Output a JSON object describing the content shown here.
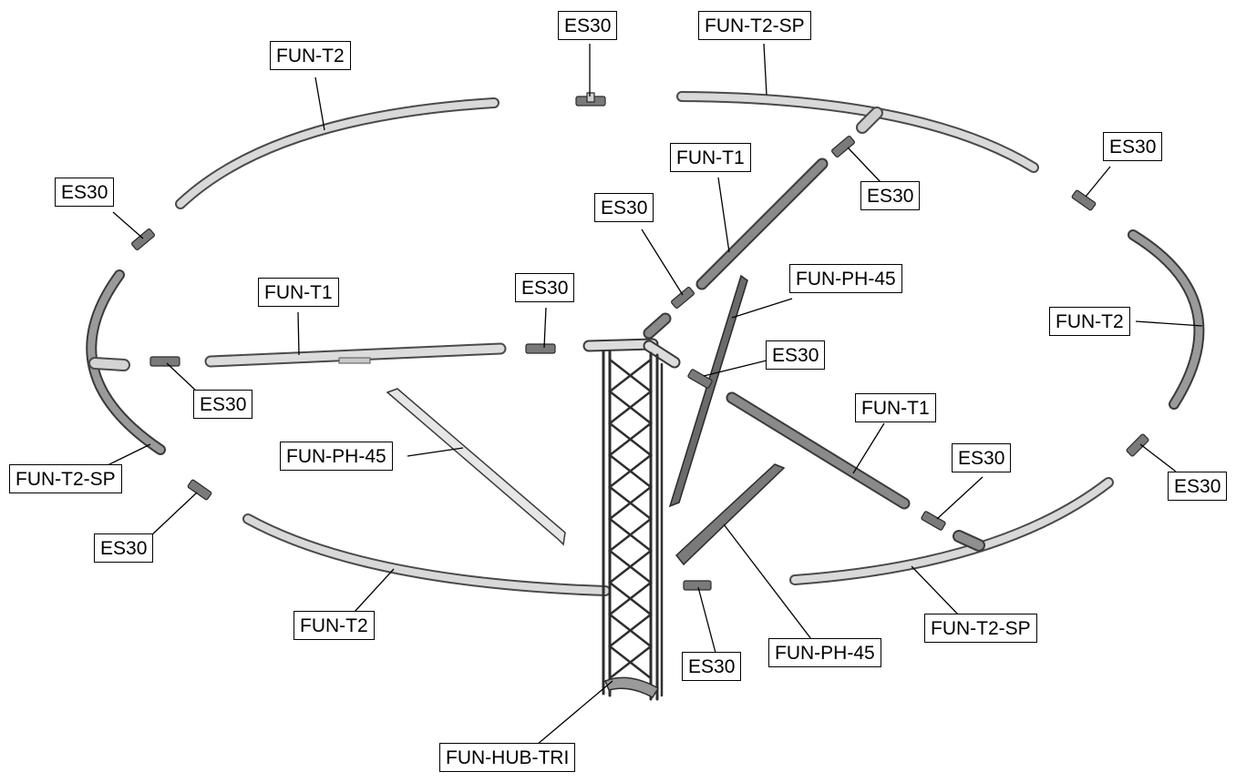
{
  "colors": {
    "pipe_fill": "#d6d6d6",
    "pipe_dark": "#8a8a8a",
    "outline": "#3a3a3a",
    "plate_dark": "#6f6f6f",
    "leader": "#000000",
    "label_border": "#000000",
    "background": "#ffffff"
  },
  "labels": {
    "es30_top": "ES30",
    "fun_t2_sp_top": "FUN-T2-SP",
    "fun_t2_top_left": "FUN-T2",
    "es30_right_top": "ES30",
    "fun_t1_upper": "FUN-T1",
    "es30_upper_mid": "ES30",
    "es30_center_upper": "ES30",
    "es30_left": "ES30",
    "fun_ph_45_upper": "FUN-PH-45",
    "fun_t1_left": "FUN-T1",
    "es30_mid_left": "ES30",
    "fun_t2_right": "FUN-T2",
    "es30_mid": "ES30",
    "es30_left_lower": "ES30",
    "fun_t1_right": "FUN-T1",
    "fun_ph_45_left": "FUN-PH-45",
    "fun_t2_sp_left": "FUN-T2-SP",
    "es30_right_mid": "ES30",
    "es30_far_right": "ES30",
    "es30_bottom_left": "ES30",
    "fun_t2_sp_bottom_right": "FUN-T2-SP",
    "fun_t2_bottom_left": "FUN-T2",
    "fun_ph_45_bottom": "FUN-PH-45",
    "es30_bottom_center": "ES30",
    "fun_hub_tri": "FUN-HUB-TRI"
  }
}
